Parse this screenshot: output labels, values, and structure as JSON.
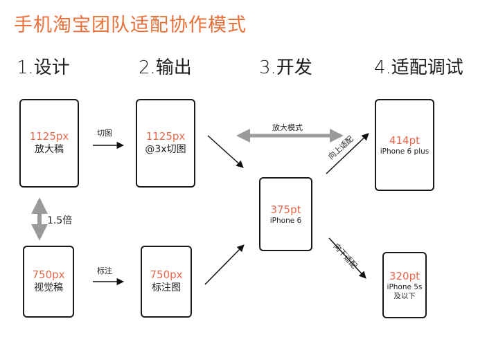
{
  "title": "手机淘宝团队适配协作模式",
  "steps": [
    "1.设计",
    "2.输出",
    "3.开发",
    "4.适配调试"
  ],
  "phones": {
    "design_large": {
      "value": "1125px",
      "desc": "放大稿"
    },
    "design_visual": {
      "value": "750px",
      "desc": "视觉稿"
    },
    "output_cut": {
      "value": "1125px",
      "desc": "@3x切图"
    },
    "output_mark": {
      "value": "750px",
      "desc": "标注图"
    },
    "dev": {
      "value": "375pt",
      "desc": "iPhone 6"
    },
    "debug_plus": {
      "value": "414pt",
      "desc": "iPhone 6 plus"
    },
    "debug_5s": {
      "value": "320pt",
      "desc1": "iPhone 5s",
      "desc2": "及以下"
    }
  },
  "labels": {
    "cut": "切图",
    "mark": "标注",
    "ratio": "1.5倍",
    "zoom_mode": "放大模式",
    "adapt_up": "向上适配",
    "adapt_down": "向下适配"
  },
  "colors": {
    "title": "#e8703a",
    "value": "#e5664a",
    "gray_arrow": "#9a9a9a"
  }
}
